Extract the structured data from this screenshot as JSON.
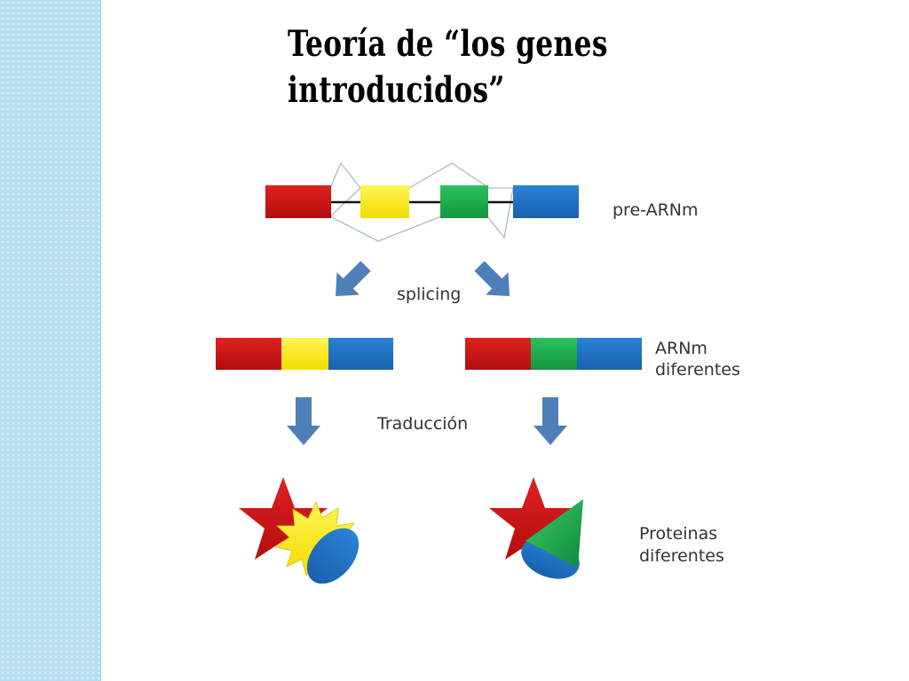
{
  "title": {
    "line1": "Teoría de “los genes",
    "line2": "introducidos”"
  },
  "diagram": {
    "labels": {
      "pre_mrna": "pre-ARNm",
      "splicing": "splicing",
      "mrna_line1": "ARNm",
      "mrna_line2": "diferentes",
      "translation": "Traducción",
      "proteins_line1": "Proteinas",
      "proteins_line2": "diferentes"
    },
    "colors": {
      "red": "#cc1414",
      "yellow": "#ffee00",
      "green": "#1aad4a",
      "blue": "#1f6fc2",
      "arrow": "#4f7fb8",
      "band": "#b7def1"
    }
  }
}
